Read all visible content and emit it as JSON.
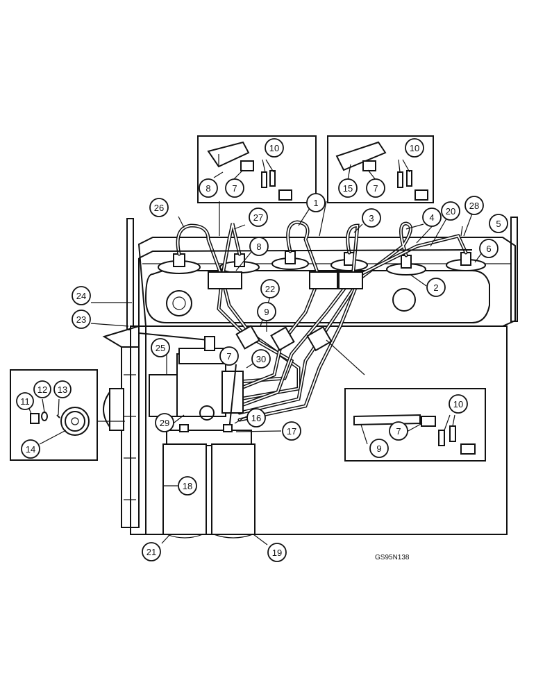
{
  "drawing_code": "GS95N138",
  "callouts": [
    "1",
    "2",
    "3",
    "4",
    "5",
    "6",
    "7",
    "8",
    "9",
    "10",
    "11",
    "12",
    "13",
    "14",
    "15",
    "16",
    "17",
    "18",
    "19",
    "20",
    "21",
    "22",
    "23",
    "24",
    "25",
    "26",
    "27",
    "28",
    "29",
    "30"
  ]
}
